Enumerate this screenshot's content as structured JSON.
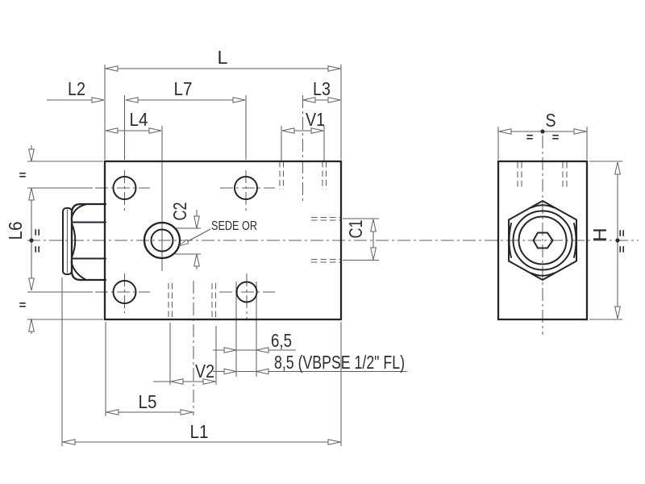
{
  "drawing": {
    "type": "technical-dimension-drawing",
    "labels": {
      "L": "L",
      "L1": "L1",
      "L2": "L2",
      "L3": "L3",
      "L4": "L4",
      "L5": "L5",
      "L6": "L6",
      "L7": "L7",
      "V1": "V1",
      "V2": "V2",
      "C1": "C1",
      "C2": "C2",
      "S": "S",
      "H": "H"
    },
    "annotations": {
      "sede_or": "SEDE OR",
      "dim_6_5": "6,5",
      "dim_8_5_variant": "8,5  (VBPSE 1/2\" FL)",
      "equals_mark": "="
    },
    "colors": {
      "outline": "#25252b",
      "thin_lines": "#5f5f66",
      "text": "#2c2c33",
      "background": "#ffffff"
    }
  }
}
